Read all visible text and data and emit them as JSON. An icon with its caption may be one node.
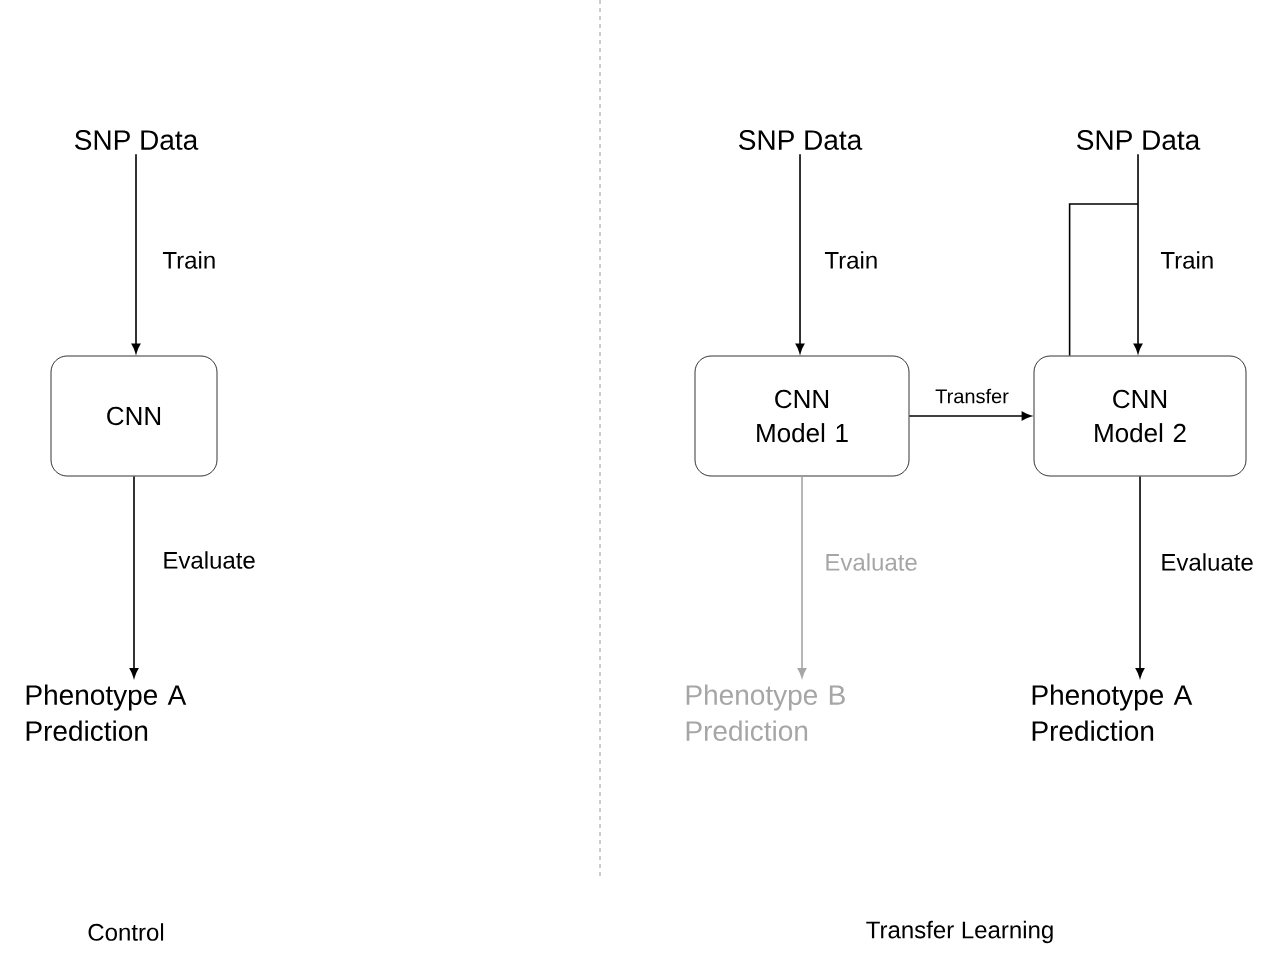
{
  "diagram": {
    "nodes": [
      {
        "text": [
          "SNP Data"
        ]
      },
      {
        "text": [
          "CNN"
        ]
      },
      {
        "text": [
          "Phenotype A Prediction"
        ]
      },
      {
        "text": [
          "SNP Data"
        ]
      },
      {
        "text": [
          "CNN Model 1"
        ]
      },
      {
        "text": [
          "Phenotype B Prediction"
        ]
      },
      {
        "text": [
          "SNP Data"
        ]
      },
      {
        "text": [
          "CNN Model 2"
        ]
      },
      {
        "text": [
          "Phenotype A Prediction"
        ]
      }
    ],
    "edges": [
      {
        "from": 0,
        "to": 1,
        "arrow": "to",
        "label": "Train"
      },
      {
        "from": 1,
        "to": 2,
        "arrow": "to",
        "label": "Evaluate"
      },
      {
        "from": 3,
        "to": 4,
        "arrow": "to",
        "label": "Train"
      },
      {
        "from": 4,
        "to": 5,
        "arrow": "to",
        "label": "Evaluate",
        "color": "#a6a6a6"
      },
      {
        "from": 4,
        "to": 7,
        "arrow": "to",
        "label": "Transfer"
      },
      {
        "from": 6,
        "to": 7,
        "arrow": "to",
        "label": "Train"
      },
      {
        "from": 7,
        "to": 8,
        "arrow": "to",
        "label": "Evaluate"
      },
      {
        "from": 7,
        "to": null,
        "arrow": "none"
      }
    ],
    "labels": [
      "Control",
      "Transfer Learning"
    ]
  }
}
